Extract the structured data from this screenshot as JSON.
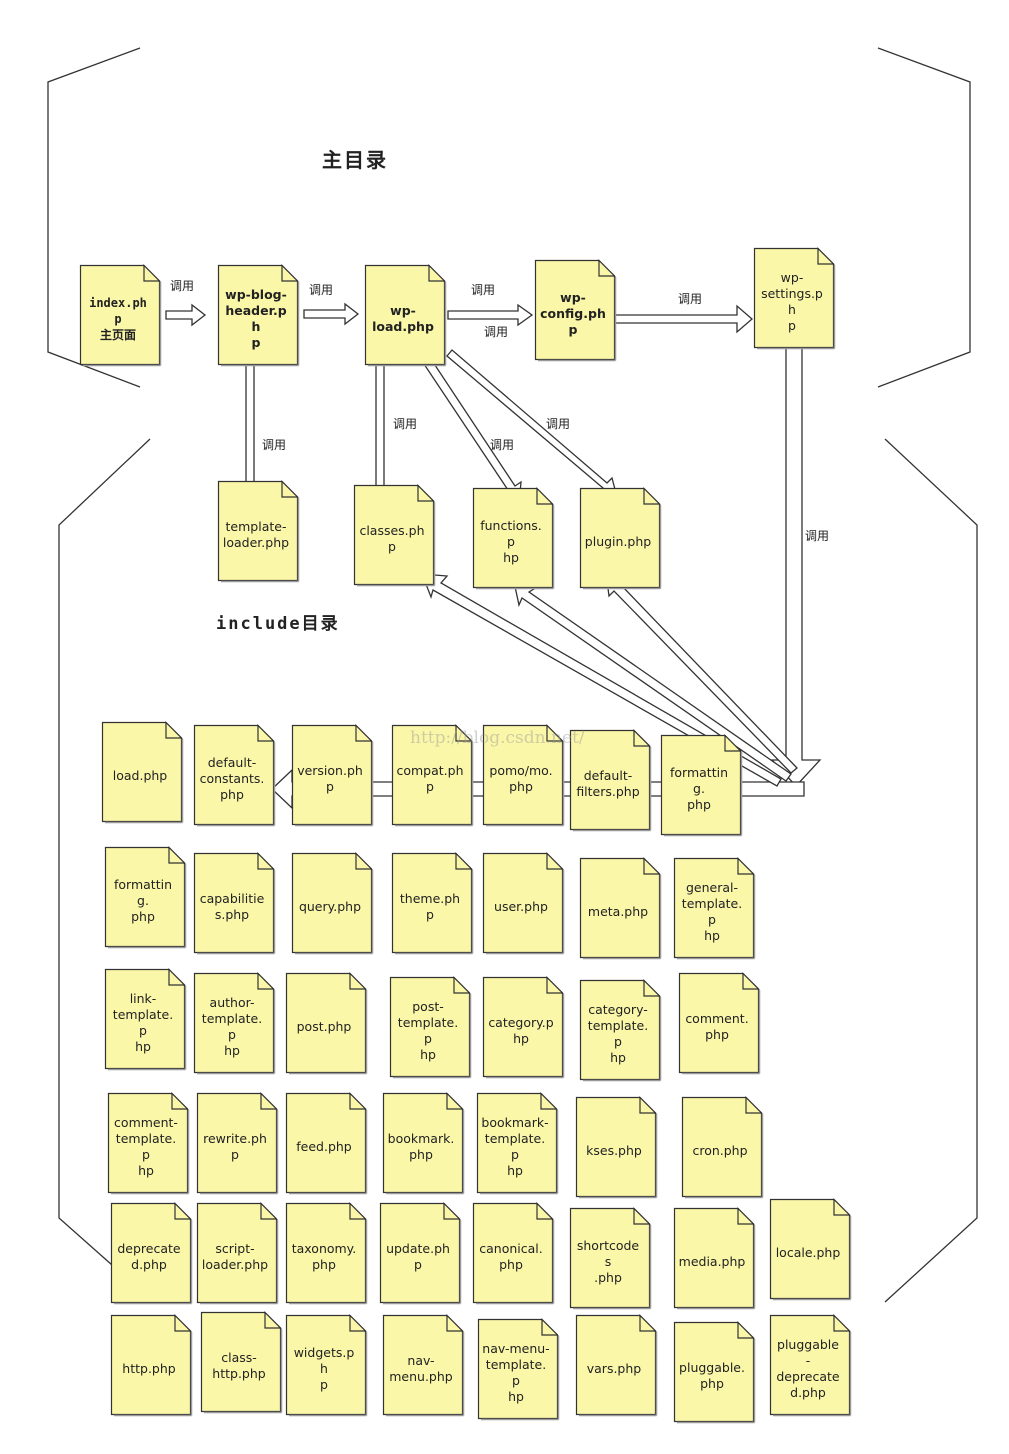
{
  "titles": {
    "main_dir": "主目录",
    "include_dir": "include目录"
  },
  "call_label": "调用",
  "watermark": "http://blog.csdn.net/",
  "colors": {
    "file_fill": "#fbf7a9",
    "file_stroke": "#333333",
    "arrow_fill": "#ffffff",
    "line": "#333333"
  },
  "main_files": [
    {
      "id": "index",
      "label": "index.ph\np\n主页面"
    },
    {
      "id": "wp_blog_header",
      "label": "wp-blog-\nheader.ph\np"
    },
    {
      "id": "wp_load",
      "label": "wp-\nload.php"
    },
    {
      "id": "wp_config",
      "label": "wp-\nconfig.ph\np"
    },
    {
      "id": "wp_settings",
      "label": "wp-\nsettings.ph\np"
    }
  ],
  "called_files": [
    {
      "id": "template_loader",
      "label": "template-\nloader.php"
    },
    {
      "id": "classes",
      "label": "classes.ph\np"
    },
    {
      "id": "functions",
      "label": "functions.p\nhp"
    },
    {
      "id": "plugin",
      "label": "plugin.php"
    }
  ],
  "include_files": [
    {
      "id": "load",
      "label": "load.php"
    },
    {
      "id": "default_constants",
      "label": "default-\nconstants.\nphp"
    },
    {
      "id": "version",
      "label": "version.ph\np"
    },
    {
      "id": "compat",
      "label": "compat.ph\np"
    },
    {
      "id": "pomo_mo",
      "label": "pomo/mo.\nphp"
    },
    {
      "id": "default_filters",
      "label": "default-\nfilters.php"
    },
    {
      "id": "formatting_top",
      "label": "formatting.\nphp"
    },
    {
      "id": "formatting",
      "label": "formatting.\nphp"
    },
    {
      "id": "capabilities",
      "label": "capabilitie\ns.php"
    },
    {
      "id": "query",
      "label": "query.php"
    },
    {
      "id": "theme",
      "label": "theme.php"
    },
    {
      "id": "user",
      "label": "user.php"
    },
    {
      "id": "meta",
      "label": "meta.php"
    },
    {
      "id": "general_template",
      "label": "general-\ntemplate.p\nhp"
    },
    {
      "id": "link_template",
      "label": "link-\ntemplate.p\nhp"
    },
    {
      "id": "author_template",
      "label": "author-\ntemplate.p\nhp"
    },
    {
      "id": "post",
      "label": "post.php"
    },
    {
      "id": "post_template",
      "label": "post-\ntemplate.p\nhp"
    },
    {
      "id": "category",
      "label": "category.p\nhp"
    },
    {
      "id": "category_template",
      "label": "category-\ntemplate.p\nhp"
    },
    {
      "id": "comment",
      "label": "comment.\nphp"
    },
    {
      "id": "comment_template",
      "label": "comment-\ntemplate.p\nhp"
    },
    {
      "id": "rewrite",
      "label": "rewrite.ph\np"
    },
    {
      "id": "feed",
      "label": "feed.php"
    },
    {
      "id": "bookmark",
      "label": "bookmark.\nphp"
    },
    {
      "id": "bookmark_template",
      "label": "bookmark-\ntemplate.p\nhp"
    },
    {
      "id": "kses",
      "label": "kses.php"
    },
    {
      "id": "cron",
      "label": "cron.php"
    },
    {
      "id": "deprecated",
      "label": "deprecate\nd.php"
    },
    {
      "id": "script_loader",
      "label": "script-\nloader.php"
    },
    {
      "id": "taxonomy",
      "label": "taxonomy.\nphp"
    },
    {
      "id": "update",
      "label": "update.ph\np"
    },
    {
      "id": "canonical",
      "label": "canonical.\nphp"
    },
    {
      "id": "shortcodes",
      "label": "shortcodes\n.php"
    },
    {
      "id": "media",
      "label": "media.php"
    },
    {
      "id": "locale",
      "label": "locale.php"
    },
    {
      "id": "http",
      "label": "http.php"
    },
    {
      "id": "class_http",
      "label": "class-\nhttp.php"
    },
    {
      "id": "widgets",
      "label": "widgets.ph\np"
    },
    {
      "id": "nav_menu",
      "label": "nav-\nmenu.php"
    },
    {
      "id": "nav_menu_template",
      "label": "nav-menu-\ntemplate.p\nhp"
    },
    {
      "id": "vars",
      "label": "vars.php"
    },
    {
      "id": "pluggable",
      "label": "pluggable.\nphp"
    },
    {
      "id": "pluggable_deprecated",
      "label": "pluggable\n-\ndeprecate\nd.php"
    }
  ]
}
